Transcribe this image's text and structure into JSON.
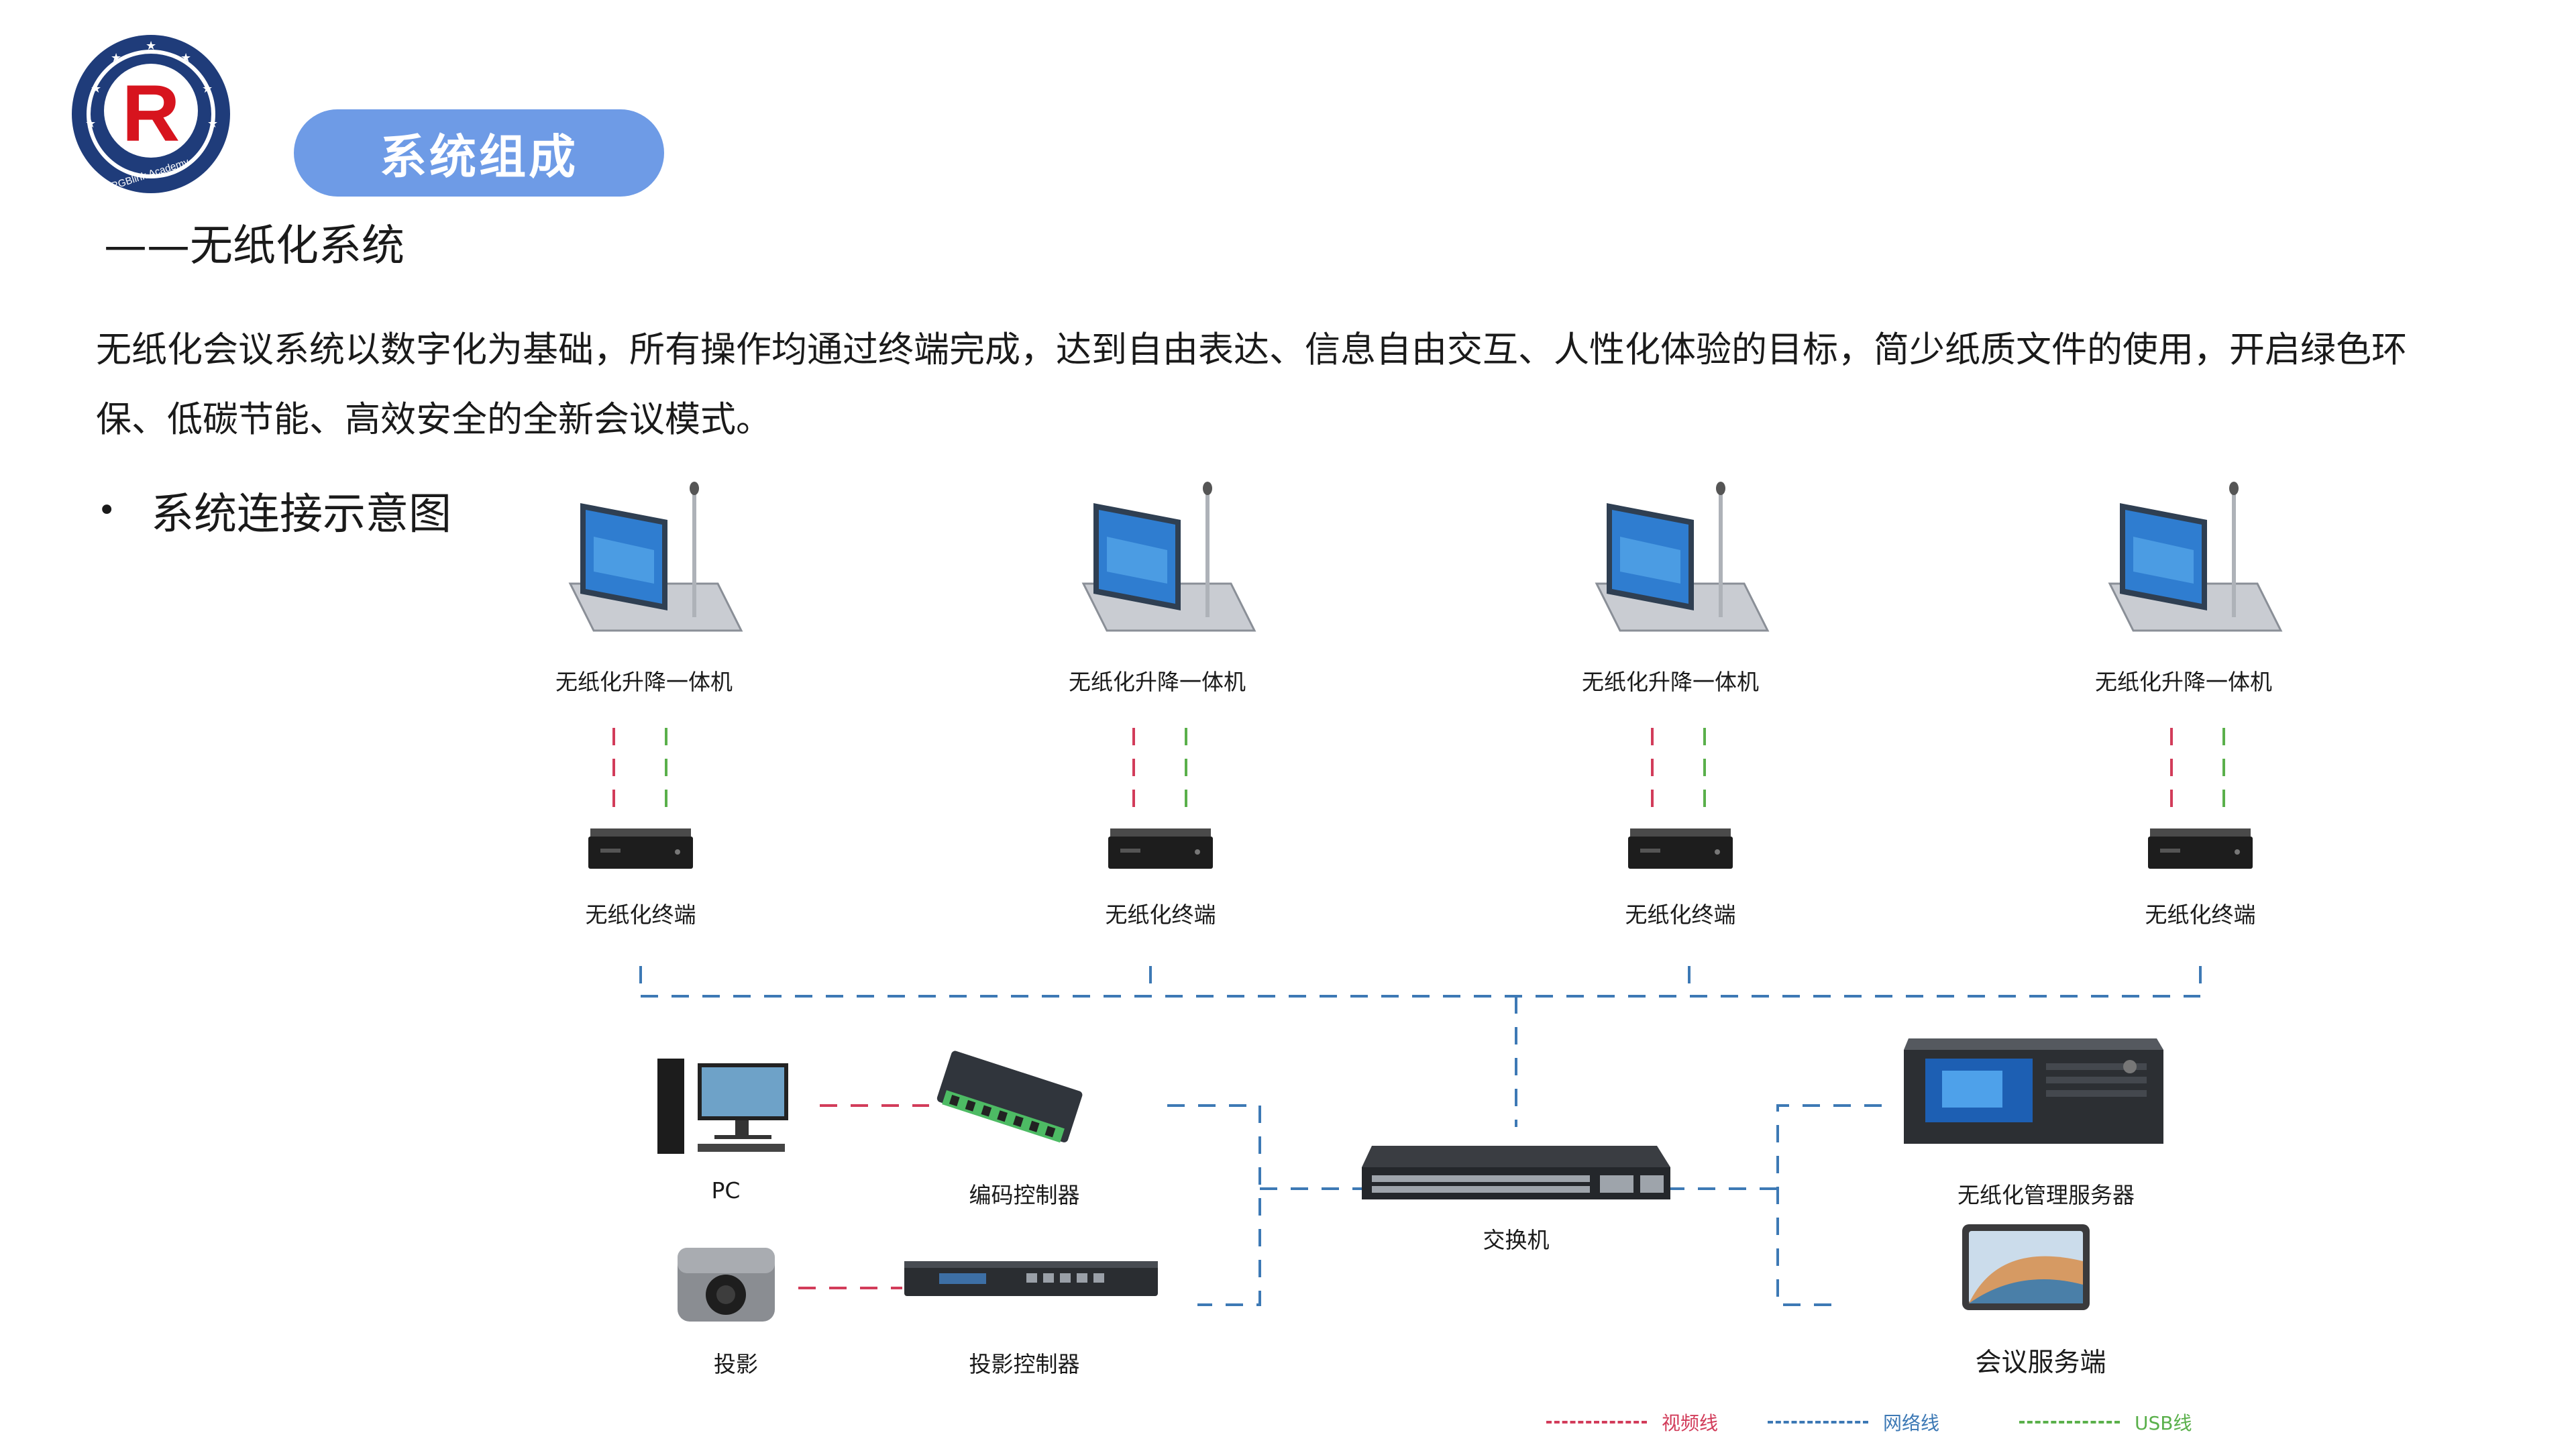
{
  "header": {
    "section_title": "系统组成",
    "subtitle": "——无纸化系统",
    "logo_text": "RGBlink Academy",
    "logo_letter": "R"
  },
  "intro": {
    "line1": "无纸化会议系统以数字化为基础，所有操作均通过终端完成，达到自由表达、信息自由交互、人性化体验的目标，简少纸质文件的使用，开启绿色环",
    "line2": "保、低碳节能、高效安全的全新会议模式。"
  },
  "bullet": {
    "dot": "•",
    "text": "系统连接示意图"
  },
  "diagram": {
    "lift_units": [
      {
        "label": "无纸化升降一体机"
      },
      {
        "label": "无纸化升降一体机"
      },
      {
        "label": "无纸化升降一体机"
      },
      {
        "label": "无纸化升降一体机"
      }
    ],
    "terminals": [
      {
        "label": "无纸化终端"
      },
      {
        "label": "无纸化终端"
      },
      {
        "label": "无纸化终端"
      },
      {
        "label": "无纸化终端"
      }
    ],
    "pc": {
      "label": "PC"
    },
    "encoder": {
      "label": "编码控制器"
    },
    "projector": {
      "label": "投影"
    },
    "projector_controller": {
      "label": "投影控制器"
    },
    "switch": {
      "label": "交换机"
    },
    "management_server": {
      "label": "无纸化管理服务器"
    },
    "conference_server": {
      "label": "会议服务端"
    }
  },
  "legend": {
    "video": {
      "label": "视频线",
      "color": "#d23c5a"
    },
    "network": {
      "label": "网络线",
      "color": "#3d79b5"
    },
    "usb": {
      "label": "USB线",
      "color": "#5ab04b"
    }
  },
  "colors": {
    "pill": "#6e9be6",
    "logo_navy": "#1f3c7a",
    "logo_red": "#d7141e"
  }
}
